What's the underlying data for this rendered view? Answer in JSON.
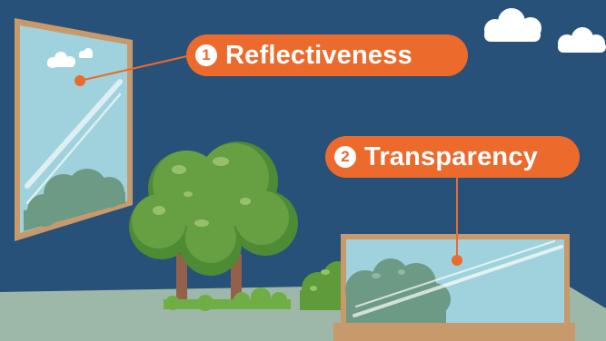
{
  "callouts": [
    {
      "number": "1",
      "label": "Reflectiveness"
    },
    {
      "number": "2",
      "label": "Transparency"
    }
  ],
  "colors": {
    "sky": "#275178",
    "ground": "#9db7a8",
    "accent": "#ec6a2c",
    "glass": "#9fd2dc",
    "frame": "#c7996b",
    "foliage": "#66a043",
    "trunk": "#93614a"
  }
}
